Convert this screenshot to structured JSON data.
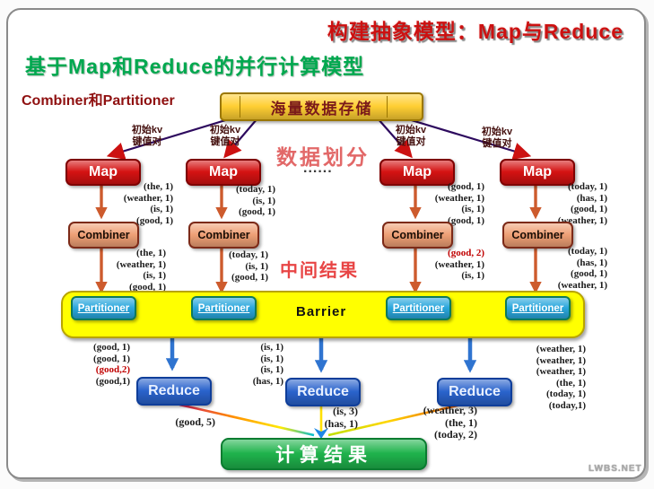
{
  "titles": {
    "slide": "构建抽象模型：Map与Reduce",
    "main": "基于Map和Reduce的并行计算模型",
    "sub": "Combiner和Partitioner"
  },
  "storage": "海量数据存储",
  "annotations": {
    "kv_line1": "初始kv",
    "kv_line2": "键值对",
    "partition": "数据划分",
    "dots": "......",
    "intermediate": "中间结果",
    "barrier": "Barrier"
  },
  "boxes": {
    "map": "Map",
    "combiner": "Combiner",
    "partitioner": "Partitioner",
    "reduce": "Reduce",
    "result": "计算结果"
  },
  "map_outputs": [
    [
      "(the, 1)",
      "(weather, 1)",
      "(is, 1)",
      "(good, 1)"
    ],
    [
      "(today, 1)",
      "(is, 1)",
      "(good, 1)"
    ],
    [
      "(good, 1)",
      "(weather, 1)",
      "(is, 1)",
      "(good, 1)"
    ],
    [
      "(today, 1)",
      "(has, 1)",
      "(good, 1)",
      "(weather, 1)"
    ]
  ],
  "combiner_outputs": [
    [
      "(the, 1)",
      "(weather, 1)",
      "(is, 1)",
      "(good, 1)"
    ],
    [
      "(today, 1)",
      "(is, 1)",
      "(good, 1)"
    ],
    [
      {
        "t": "(good, 2)",
        "red": true
      },
      "(weather, 1)",
      "(is, 1)"
    ],
    [
      "(today, 1)",
      "(has, 1)",
      "(good, 1)",
      "(weather, 1)"
    ]
  ],
  "reduce_inputs": [
    [
      "(good, 1)",
      "(good, 1)",
      {
        "t": "(good,2)",
        "red": true
      },
      "(good,1)"
    ],
    [
      "(is, 1)",
      "(is, 1)",
      "(is, 1)",
      "(has, 1)"
    ],
    [
      "(weather, 1)",
      "(weather, 1)",
      "(weather, 1)",
      "(the, 1)",
      "(today, 1)",
      "(today,1)"
    ]
  ],
  "reduce_outputs": [
    [
      "(good, 5)"
    ],
    [
      "(is, 3)",
      "(has, 1)"
    ],
    [
      "(weather, 3)",
      "(the, 1)",
      "(today, 2)"
    ]
  ],
  "watermark": "LWBS.NET",
  "colors": {
    "storage": "#ffcf33",
    "map": "#d41212",
    "combiner": "#efa076",
    "partitioner": "#2aa7dd",
    "reduce": "#2a63cc",
    "result": "#1fb34c",
    "barrier": "#ffff00",
    "highlight": "#c00000"
  }
}
